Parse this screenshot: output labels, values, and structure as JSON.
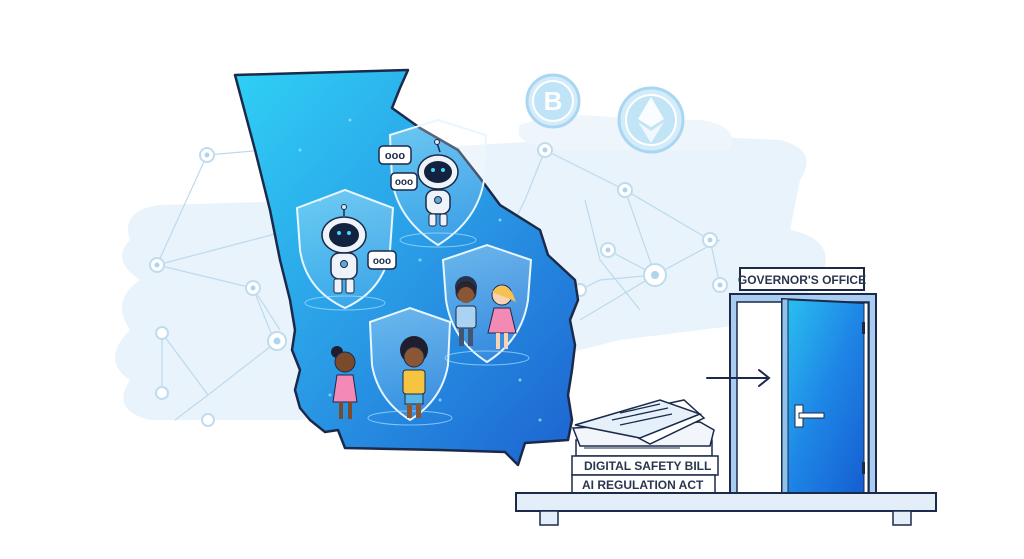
{
  "illustration": {
    "colors": {
      "background": "#ffffff",
      "cloud": "#e9f3fb",
      "network_line": "#b9d8ec",
      "network_node": "#cfe6f4",
      "map_gradient_top": "#29c6f2",
      "map_gradient_bottom": "#1f6fd6",
      "outline": "#1b2a4a",
      "door_blue": "#1a73e0",
      "frame_light": "#a9cdf0",
      "coin": "#a9d6f2",
      "table_top": "#e3eef9"
    },
    "map": {
      "region": "Georgia state map",
      "shields": [
        {
          "content": "robot-with-chat-bubbles"
        },
        {
          "content": "robot-with-chat-bubble"
        },
        {
          "content": "two-children-holding-hands"
        },
        {
          "content": "girl-waving"
        }
      ],
      "chat_bubble_text": "ooo"
    },
    "coins": [
      {
        "icon": "bitcoin-icon",
        "symbol": "B"
      },
      {
        "icon": "ethereum-icon",
        "symbol": "◆"
      }
    ],
    "sign": {
      "text": "GOVERNOR'S OFFICE"
    },
    "documents": {
      "books": [
        "DIGITAL SAFETY BILL",
        "AI REGULATION ACT"
      ]
    },
    "arrow": {
      "direction": "right",
      "icon": "arrow-right-icon"
    }
  }
}
